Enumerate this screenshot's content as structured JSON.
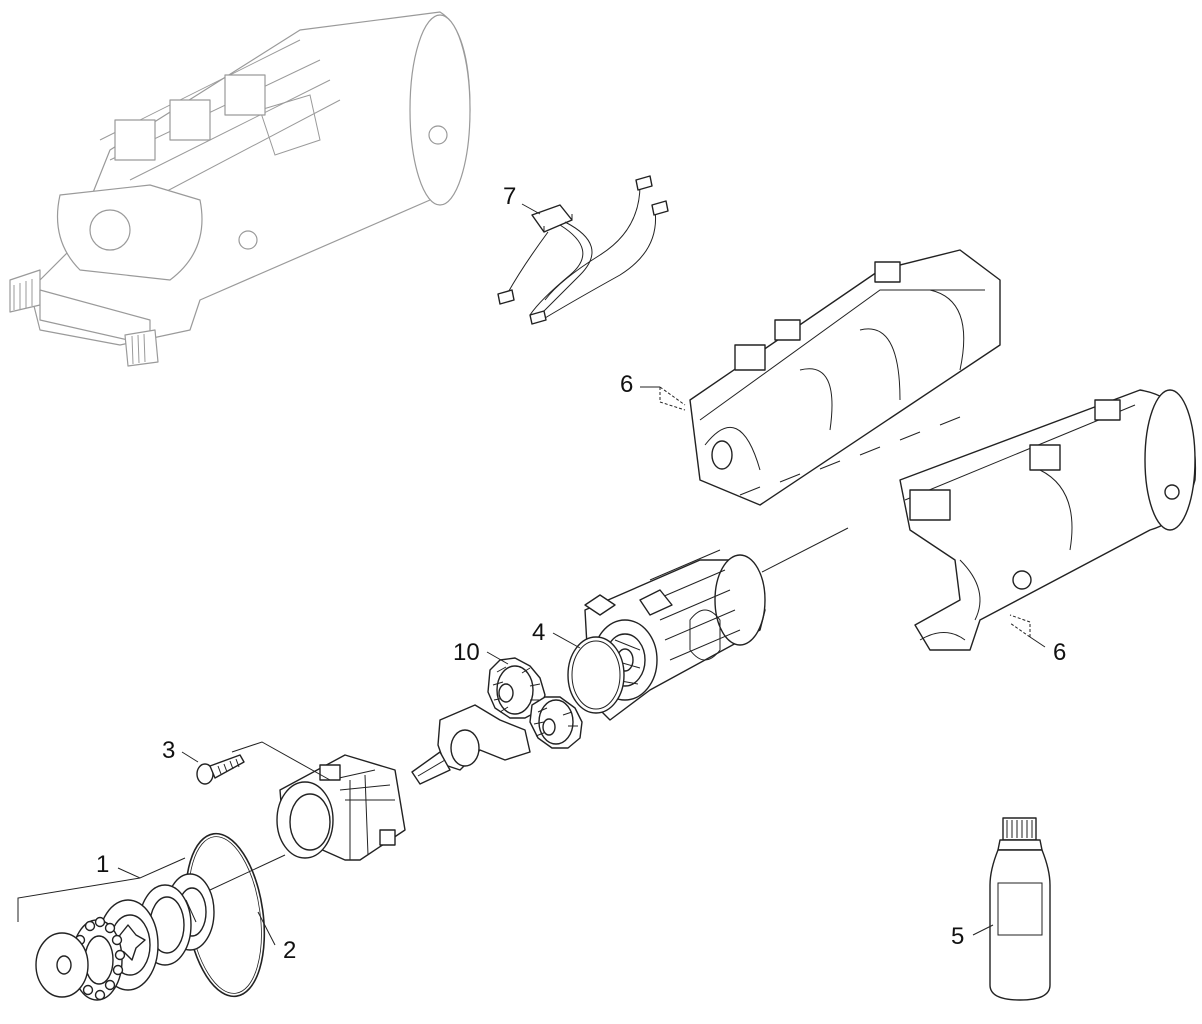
{
  "callouts": {
    "c1": "1",
    "c2": "2",
    "c3": "3",
    "c4": "4",
    "c5": "5",
    "c6a": "6",
    "c6b": "6",
    "c7": "7",
    "c10": "10"
  },
  "colors": {
    "line": "#222222",
    "ghost": "#9a9a9a",
    "background": "#ffffff"
  }
}
